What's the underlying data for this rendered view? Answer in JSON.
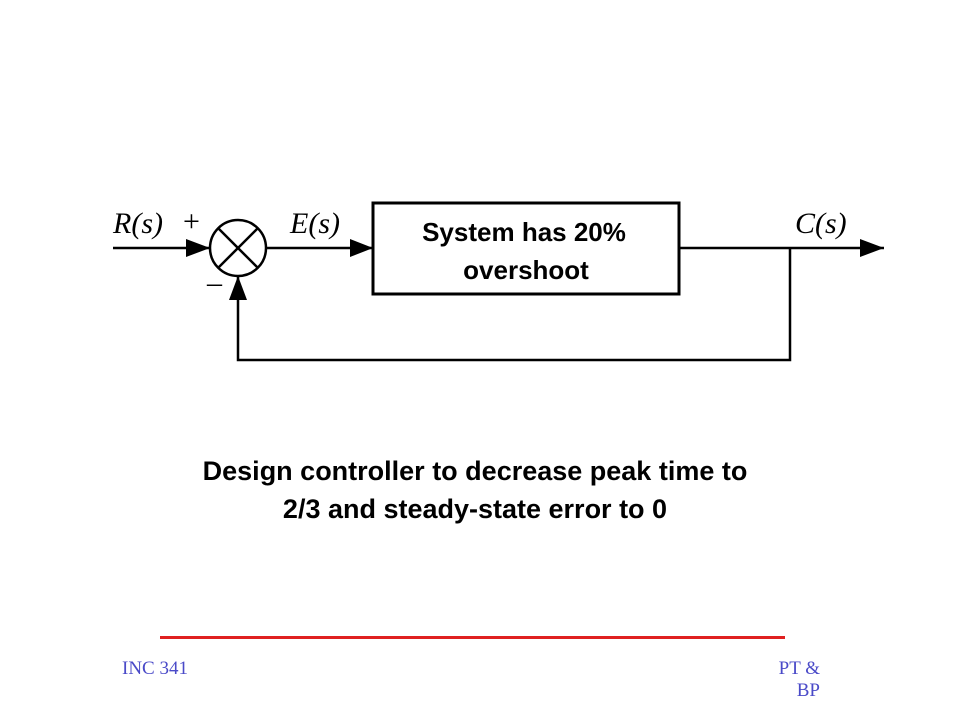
{
  "diagram": {
    "input_label": "R(s)",
    "plus_sign": "+",
    "minus_sign": "–",
    "error_label": "E(s)",
    "block_line1": "System has 20%",
    "block_line2": "overshoot",
    "output_label": "C(s)"
  },
  "task": {
    "line1": "Design controller to decrease peak time to",
    "line2": "2/3 and steady-state error to 0"
  },
  "footer": {
    "left": "INC 341",
    "right": "PT & BP",
    "line_color": "#e02020",
    "text_color": "#4a4ac8"
  }
}
